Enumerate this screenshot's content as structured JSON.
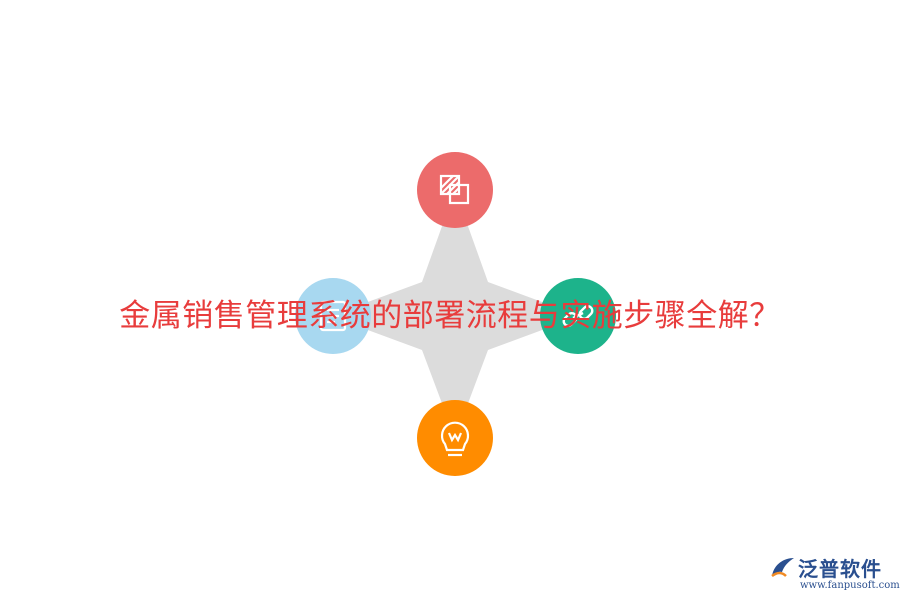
{
  "title": "金属销售管理系统的部署流程与实施步骤全解？",
  "diagram": {
    "nodes": [
      {
        "id": "top",
        "icon": "stacked-squares-icon",
        "color": "#ec6b6b"
      },
      {
        "id": "left",
        "icon": "document-icon",
        "color": "#a8d8f0"
      },
      {
        "id": "right",
        "icon": "link-icon",
        "color": "#1db38b"
      },
      {
        "id": "bottom",
        "icon": "lightbulb-icon",
        "color": "#ff8c00"
      }
    ],
    "connector_color": "#dcdcdc"
  },
  "logo": {
    "name": "泛普软件",
    "url": "www.fanpusoft.com",
    "color": "#2a4f8f"
  },
  "colors": {
    "title": "#e83c3c",
    "background": "#ffffff"
  }
}
